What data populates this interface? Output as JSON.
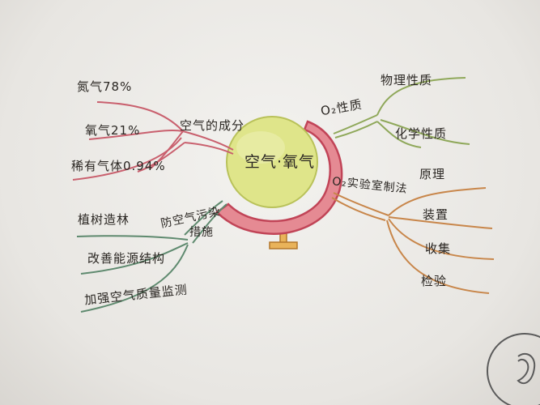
{
  "center": {
    "label": "空气·氧气"
  },
  "left_top": {
    "hub": "空气的成分",
    "leaves": [
      "氮气78%",
      "氧气21%",
      "稀有气体0.94%"
    ]
  },
  "left_bottom": {
    "hub_line1": "防空气污染",
    "hub_line2": "措施",
    "leaves": [
      "植树造林",
      "改善能源结构",
      "加强空气质量监测"
    ]
  },
  "right_top": {
    "hub": "O₂性质",
    "leaves": [
      "物理性质",
      "化学性质"
    ]
  },
  "right_bottom": {
    "hub": "O₂实验室制法",
    "leaves": [
      "原理",
      "装置",
      "收集",
      "检验"
    ]
  },
  "colors": {
    "center_fill": "#dfe58a",
    "ring": "#d95a6e",
    "stand": "#c8933a",
    "branch_left_top": "#c9606e",
    "branch_left_bottom": "#5f8a6f",
    "branch_right_top": "#8fa85a",
    "branch_right_bottom": "#c8864a"
  }
}
